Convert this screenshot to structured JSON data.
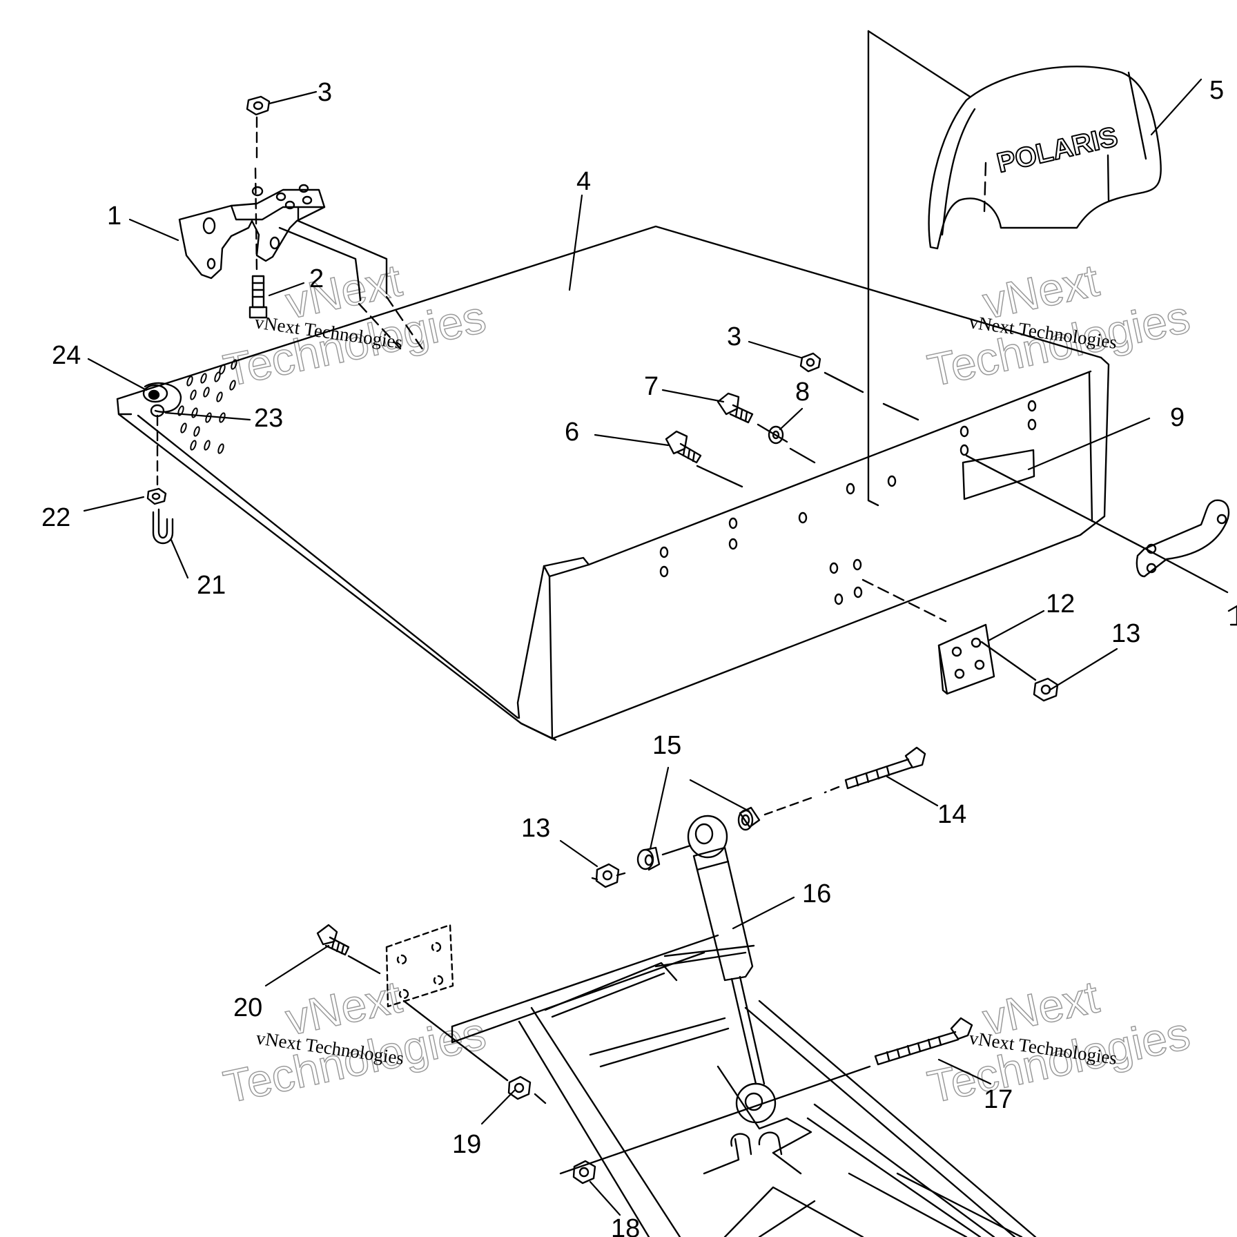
{
  "diagram": {
    "brand_text": "POLARIS",
    "watermarks": [
      {
        "line1": "vNext",
        "line2": "Technologies",
        "small": "vNext Technologies"
      },
      {
        "line1": "vNext",
        "line2": "Technologies",
        "small": "vNext Technologies"
      },
      {
        "line1": "vNext",
        "line2": "Technologies",
        "small": "vNext Technologies"
      },
      {
        "line1": "vNext",
        "line2": "Technologies",
        "small": "vNext Technologies"
      }
    ],
    "callouts": [
      "3",
      "1",
      "2",
      "4",
      "5",
      "3",
      "24",
      "23",
      "22",
      "21",
      "7",
      "8",
      "6",
      "9",
      "12",
      "13",
      "15",
      "14",
      "13",
      "16",
      "20",
      "19",
      "17",
      "18"
    ]
  }
}
